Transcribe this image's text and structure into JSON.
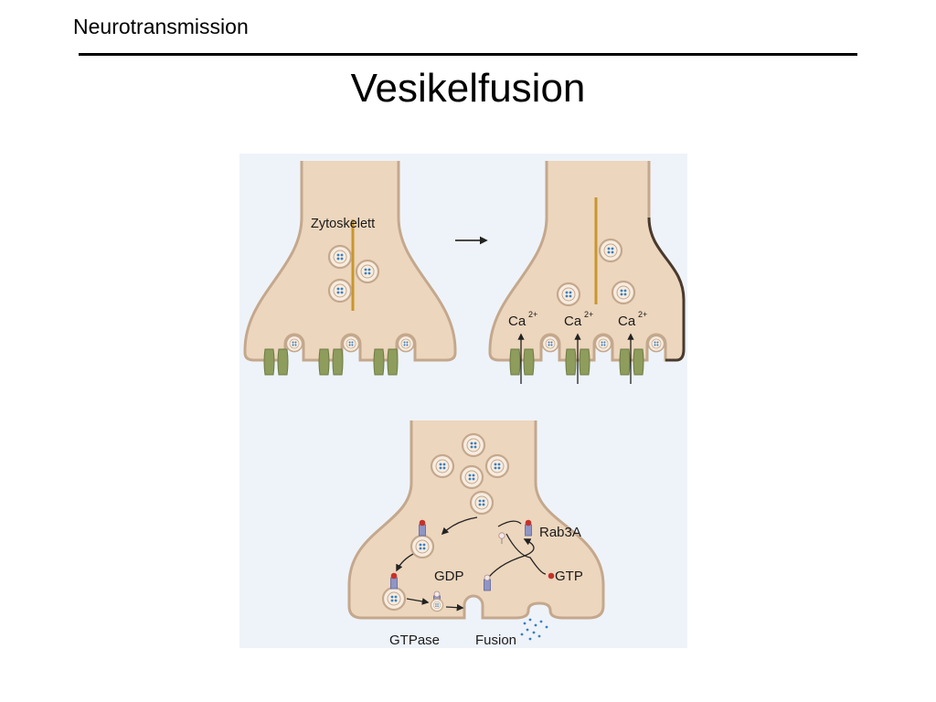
{
  "header": {
    "section": "Neurotransmission",
    "title": "Vesikelfusion"
  },
  "figure": {
    "colors": {
      "background": "#eef3f9",
      "cytoplasm": "#ecd6bd",
      "membrane": "#c4a88d",
      "cytoskeleton": "#c9962e",
      "channel": "#8e9c5c",
      "vesicle_dot": "#3b7fbf",
      "rab3a_protein": "#8f96c6",
      "rab3a_cap": "#c4322a"
    },
    "panel_resting": {
      "cytoskeleton_label": "Zytoskelett"
    },
    "panel_activated": {
      "ion_label": "Ca",
      "ion_charge": "2+"
    },
    "panel_cycle": {
      "rab3a_label": "Rab3A",
      "gdp_label": "GDP",
      "gtp_label": "GTP",
      "gtpase_label": "GTPase",
      "fusion_label": "Fusion"
    }
  }
}
